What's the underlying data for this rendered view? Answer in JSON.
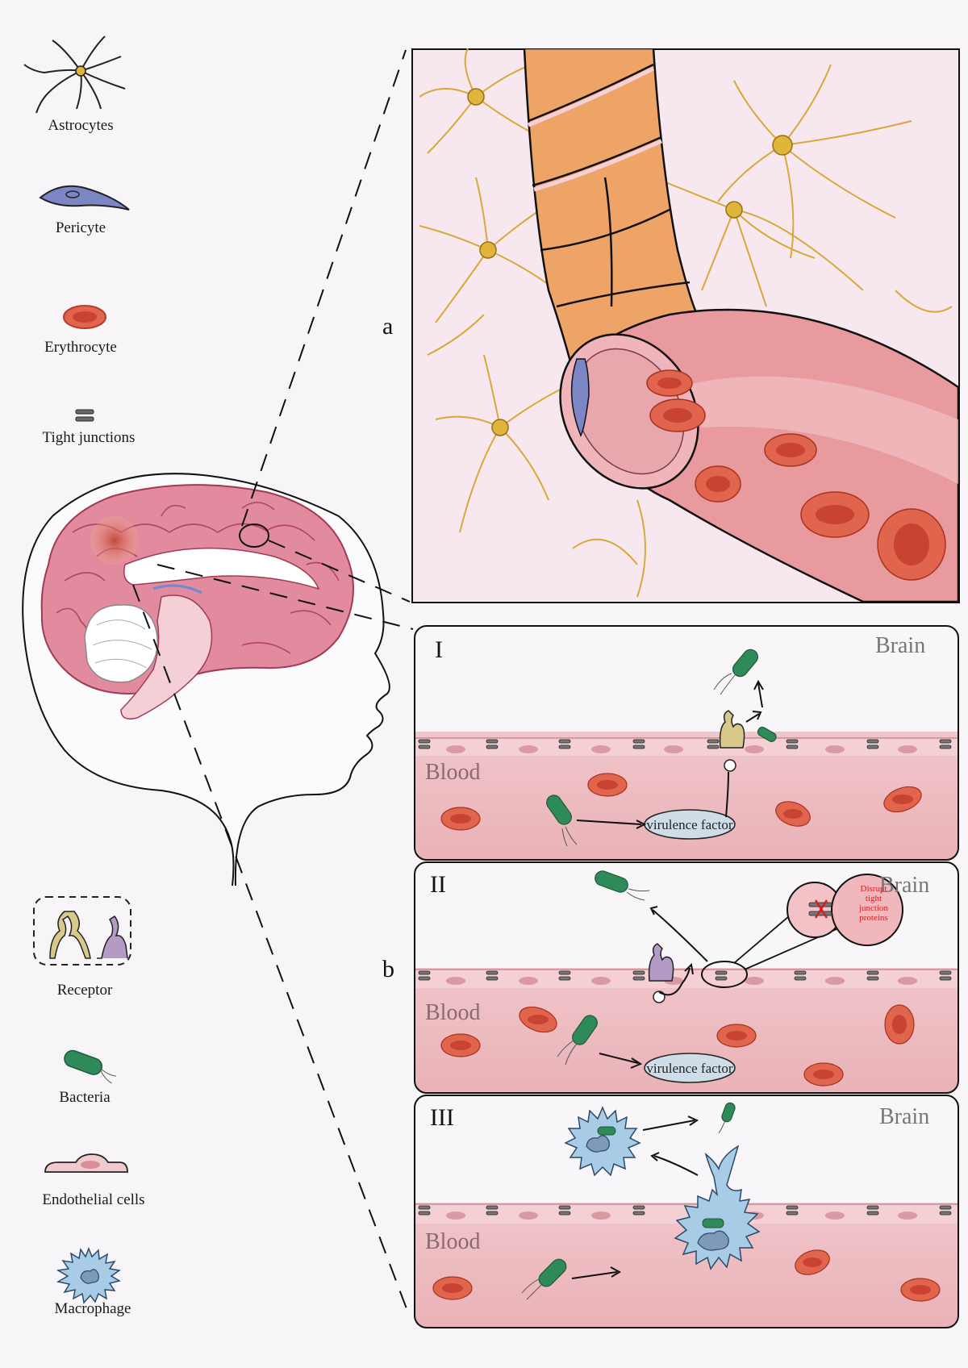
{
  "legend": {
    "astrocytes": "Astrocytes",
    "pericyte": "Pericyte",
    "erythrocyte": "Erythrocyte",
    "tight_junctions": "Tight junctions",
    "receptor": "Receptor",
    "bacteria": "Bacteria",
    "endothelial_cells": "Endothelial cells",
    "macrophage": "Macrophage"
  },
  "panels": {
    "a_label": "a",
    "b_label": "b",
    "I": {
      "numeral": "I",
      "brain": "Brain",
      "blood": "Blood",
      "virulence": "virulence factor"
    },
    "II": {
      "numeral": "II",
      "brain": "Brain",
      "blood": "Blood",
      "virulence": "virulence factor",
      "disrupt": [
        "Disrupt",
        "tight",
        "junction",
        "proteins"
      ]
    },
    "III": {
      "numeral": "III",
      "brain": "Brain",
      "blood": "Blood"
    }
  },
  "colors": {
    "astrocyte": "#e0b53c",
    "pericyte": "#7c86c4",
    "erythrocyte": "#d9503c",
    "vessel_wall": "#e9a67a",
    "endothelium": "#f0c8cc",
    "bacteria": "#2f8a5a",
    "receptor_yellow": "#d8c98a",
    "receptor_purple": "#b69ac6",
    "macrophage": "#a8cbe6",
    "brain_pink": "#e28a9e"
  }
}
